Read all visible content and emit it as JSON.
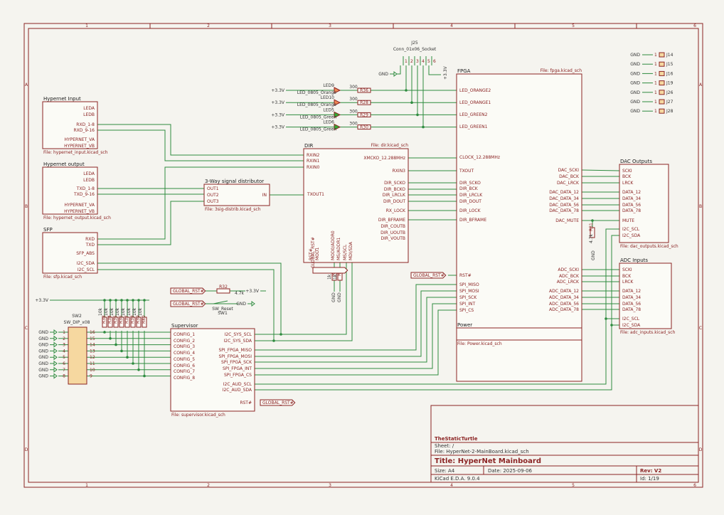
{
  "ruler": {
    "cols": [
      "1",
      "2",
      "3",
      "4",
      "5",
      "6"
    ],
    "rows": [
      "A",
      "B",
      "C",
      "D"
    ]
  },
  "connector_j25": {
    "ref": "J25",
    "value": "Conn_01x06_Socket",
    "pins": [
      "1",
      "2",
      "3",
      "4",
      "5",
      "6"
    ],
    "gnd": "GND",
    "pwr": "+3.3V"
  },
  "gnd_jacks": [
    {
      "net": "GND",
      "ref": "J14"
    },
    {
      "net": "GND",
      "ref": "J15"
    },
    {
      "net": "GND",
      "ref": "J16"
    },
    {
      "net": "GND",
      "ref": "J19"
    },
    {
      "net": "GND",
      "ref": "J26"
    },
    {
      "net": "GND",
      "ref": "J27"
    },
    {
      "net": "GND",
      "ref": "J28"
    }
  ],
  "leds": [
    {
      "pwr": "+3.3V",
      "ref": "LED9",
      "value": "LED_0805_Orange",
      "r": "300",
      "rref": "R36"
    },
    {
      "pwr": "+3.3V",
      "ref": "LED10",
      "value": "LED_0805_Orange",
      "r": "300",
      "rref": "R28"
    },
    {
      "pwr": "+3.3V",
      "ref": "LED5",
      "value": "LED_0805_Green",
      "r": "300",
      "rref": "R29"
    },
    {
      "pwr": "+3.3V",
      "ref": "LED6",
      "value": "LED_0805_Green",
      "r": "300",
      "rref": "R30"
    }
  ],
  "fpga": {
    "title": "FPGA",
    "file": "File: fpga.kicad_sch",
    "pins_left": [
      "LED_ORANGE2",
      "LED_ORANGE1",
      "LED_GREEN2",
      "LED_GREEN1",
      "CLOCK_12.288MHz",
      "TXOUT",
      "DIR_SCKO",
      "DIR_BCK",
      "DIR_LRCLK",
      "DIR_DOUT",
      "DIR_LOCK",
      "DIR_BFRAME",
      "RST#",
      "SPI_MISO",
      "SPI_MOSI",
      "SPI_SCK",
      "SPI_INT",
      "SPI_CS"
    ],
    "pins_right": [
      "DAC_SCKI",
      "DAC_BCK",
      "DAC_LRCK",
      "DAC_DATA_12",
      "DAC_DATA_34",
      "DAC_DATA_56",
      "DAC_DATA_78",
      "DAC_MUTE",
      "ADC_SCKI",
      "ADC_BCK",
      "ADC_LRCK",
      "ADC_DATA_12",
      "ADC_DATA_34",
      "ADC_DATA_56",
      "ADC_DATA_78"
    ]
  },
  "hypernet_input": {
    "title": "Hypernet Input",
    "file": "File: hypernet_input.kicad_sch",
    "pins": [
      "LEDA",
      "LEDB",
      "RXD_1-8",
      "RXD_9-16",
      "HYPERNET_VA",
      "HYPERNET_VB"
    ]
  },
  "hypernet_output": {
    "title": "Hypernet output",
    "file": "File: hypernet_output.kicad_sch",
    "pins": [
      "LEDA",
      "LEDB",
      "TXD_1-8",
      "TXD_9-16",
      "HYPERNET_VA",
      "HYPERNET_VB"
    ]
  },
  "sfp": {
    "title": "SFP",
    "file": "File: sfp.kicad_sch",
    "pins": [
      "RXD",
      "TXD",
      "SFP_ABS",
      "I2C_SDA",
      "I2C_SCL"
    ]
  },
  "distrib": {
    "title": "3-Way signal distributor",
    "file": "File: 3sig-distrib.kicad_sch",
    "pins_left": [
      "OUT1",
      "OUT2",
      "OUT3"
    ],
    "pin_right": "IN"
  },
  "dir": {
    "title": "DIR",
    "file": "File: dir.kicad_sch",
    "pins_left": [
      "RXIN2",
      "RXIN1",
      "RXIN0"
    ],
    "pins_right": [
      "XMCKO_12.288MHz",
      "RXIN3",
      "DIR_SCKO",
      "DIR_BCKO",
      "DIR_LRCLK",
      "DIR_DOUT",
      "RX_LOCK",
      "DIR_BFRAME",
      "DIR_COUTB",
      "DIR_UOUTB",
      "DIR_VOUTB"
    ],
    "pins_bottom": [
      "RST#",
      "MOD1",
      "MOD0/ADDR0",
      "MS/ADDR1",
      "MS/SCL",
      "MDI/SDA"
    ],
    "rst_label": "GLOBAL_RST#",
    "txout1": "TXOUT1"
  },
  "dac": {
    "title": "DAC Outputs",
    "file": "File: dac_outputs.kicad_sch",
    "pins": [
      "SCKI",
      "BCK",
      "LRCK",
      "DATA_12",
      "DATA_34",
      "DATA_56",
      "DATA_78",
      "MUTE",
      "I2C_SCL",
      "I2C_SDA"
    ],
    "res": "4.7k",
    "rref": "R31",
    "gnd": "GND"
  },
  "adc": {
    "title": "ADC Inputs",
    "file": "File: adc_inputs.kicad_sch",
    "pins": [
      "SCKI",
      "BCK",
      "LRCK",
      "DATA_12",
      "DATA_34",
      "DATA_56",
      "DATA_78",
      "I2C_SCL",
      "I2C_SDA"
    ]
  },
  "power": {
    "title": "Power",
    "file": "File: Power.kicad_sch"
  },
  "fpga_rst": "GLOBAL_RST#",
  "reset": {
    "label1": "GLOBAL_RST#",
    "r": "4.7k",
    "rref": "R32",
    "pwr": "+3.3V",
    "label2": "GLOBAL_RST#",
    "sw": "SW_Reset",
    "swref": "SW1",
    "gnd": "GND"
  },
  "dip": {
    "pwr": "+3.3V",
    "ref": "SW2",
    "value": "SW_DIP_x08",
    "gnd": "GND",
    "left": [
      "1",
      "2",
      "3",
      "4",
      "5",
      "6",
      "7",
      "8"
    ],
    "right": [
      "16",
      "15",
      "14",
      "13",
      "12",
      "11",
      "10",
      "9"
    ],
    "resistors": [
      "10k",
      "10k",
      "10k",
      "10k",
      "10k",
      "10k",
      "10k",
      "10k"
    ],
    "rrefs": [
      "R33",
      "R34",
      "R35",
      "R36",
      "R37",
      "R38",
      "R39",
      "R40"
    ]
  },
  "supervisor": {
    "title": "Supervisor",
    "file": "File: supervisor.kicad_sch",
    "pins_left": [
      "CONFIG_1",
      "CONFIG_2",
      "CONFIG_3",
      "CONFIG_4",
      "CONFIG_5",
      "CONFIG_6",
      "CONFIG_7",
      "CONFIG_8"
    ],
    "pins_right": [
      "I2C_SYS_SCL",
      "I2C_SYS_SDA",
      "SPI_FPGA_MISO",
      "SPI_FPGA_MOSI",
      "SPI_FPGA_SCK",
      "SPI_FPGA_INT",
      "SPI_FPGA_CS",
      "I2C_AUD_SCL",
      "I2C_AUD_SDA",
      "RST#"
    ],
    "rst_label": "GLOBAL_RST#"
  },
  "dir_bottom_res": [
    {
      "ref": "R41",
      "value": "1k",
      "gnd": "GND"
    },
    {
      "ref": "R42",
      "value": "1k",
      "gnd": "GND"
    }
  ],
  "title_block": {
    "company": "TheStaticTurtle",
    "sheet": "Sheet: /",
    "file": "File: HyperNet-2-MainBoard.kicad_sch",
    "title": "Title: HyperNet Mainboard",
    "size": "Size: A4",
    "date": "Date: 2025-09-06",
    "rev": "Rev: V2",
    "tool": "KiCad E.D.A. 9.0.4",
    "id": "Id: 1/19"
  }
}
